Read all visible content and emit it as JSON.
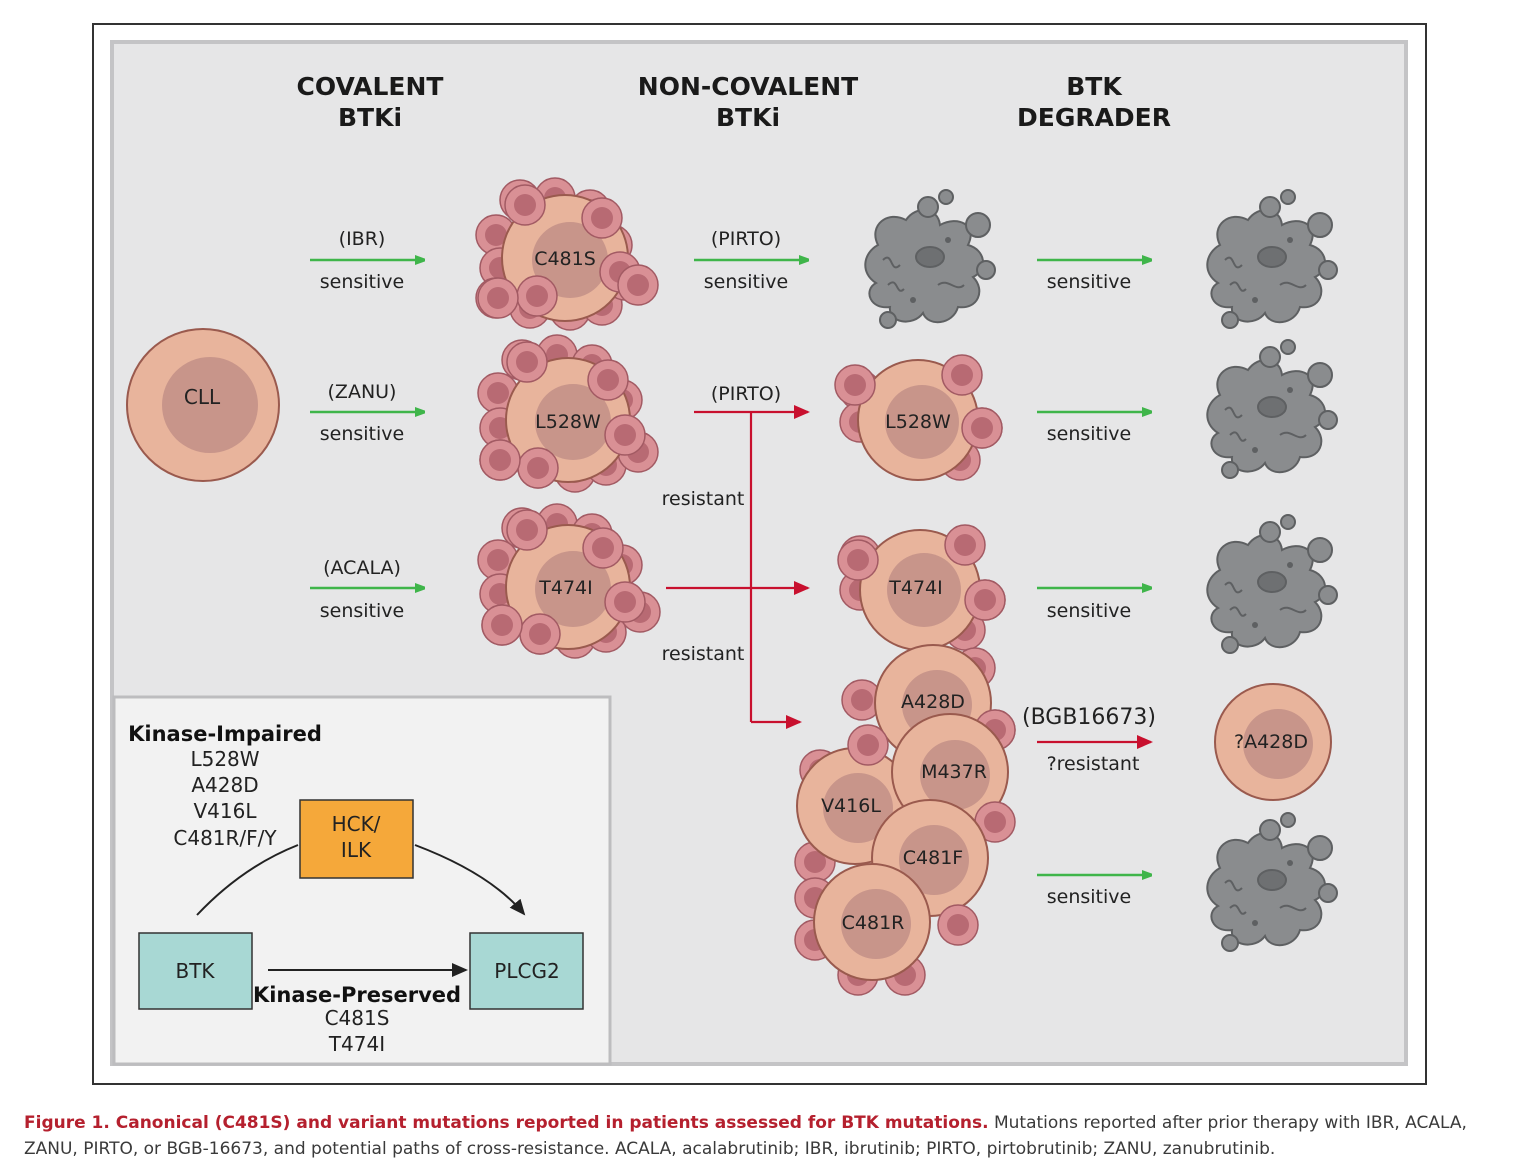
{
  "headers": {
    "covalent": [
      "COVALENT",
      "BTKi"
    ],
    "noncovalent": [
      "NON-COVALENT",
      "BTKi"
    ],
    "degrader": [
      "BTK",
      "DEGRADER"
    ]
  },
  "cells": {
    "cll": "CLL",
    "c481s": "C481S",
    "l528w_a": "L528W",
    "t474i_a": "T474I",
    "l528w_b": "L528W",
    "t474i_b": "T474I",
    "a428d": "A428D",
    "m437r": "M437R",
    "v416l": "V416L",
    "c481f": "C481F",
    "c481r": "C481R",
    "q_a428d": "?A428D"
  },
  "arrows": {
    "ibr": "(IBR)",
    "zanu": "(ZANU)",
    "acala": "(ACALA)",
    "pirto_1": "(PIRTO)",
    "pirto_2": "(PIRTO)",
    "bgb": "(BGB16673)",
    "sensitive": "sensitive",
    "resistant": "resistant",
    "q_resistant": "?resistant"
  },
  "inset": {
    "impaired_title": "Kinase-Impaired",
    "impaired": [
      "L528W",
      "A428D",
      "V416L",
      "C481R/F/Y"
    ],
    "hck": [
      "HCK/",
      "ILK"
    ],
    "btk": "BTK",
    "plcg2": "PLCG2",
    "preserved_title": "Kinase-Preserved",
    "preserved": [
      "C481S",
      "T474I"
    ]
  },
  "caption": {
    "title": "Figure 1. Canonical (C481S) and variant mutations reported in patients assessed for BTK mutations.",
    "body": " Mutations reported after prior therapy with IBR, ACALA, ZANU, PIRTO, or BGB-16673, and potential paths of cross-resistance. ACALA, acalabrutinib; IBR, ibrutinib; PIRTO, pirtobrutinib; ZANU, zanubrutinib."
  },
  "colors": {
    "sensitive_arrow": "#3fb54a",
    "resistant_arrow": "#c8102e",
    "cell_fill": "#e8b49c",
    "cell_nucleus": "#c8958a",
    "cell_stroke": "#9a5a4e",
    "small_cell": "#d99095",
    "small_cell_nucleus": "#b86a73",
    "dead_cell": "#8a8c8e",
    "hck_box": "#f5a83a",
    "btk_box": "#a8d8d4",
    "panel_bg": "#e6e6e7",
    "caption_title": "#b5202e"
  }
}
